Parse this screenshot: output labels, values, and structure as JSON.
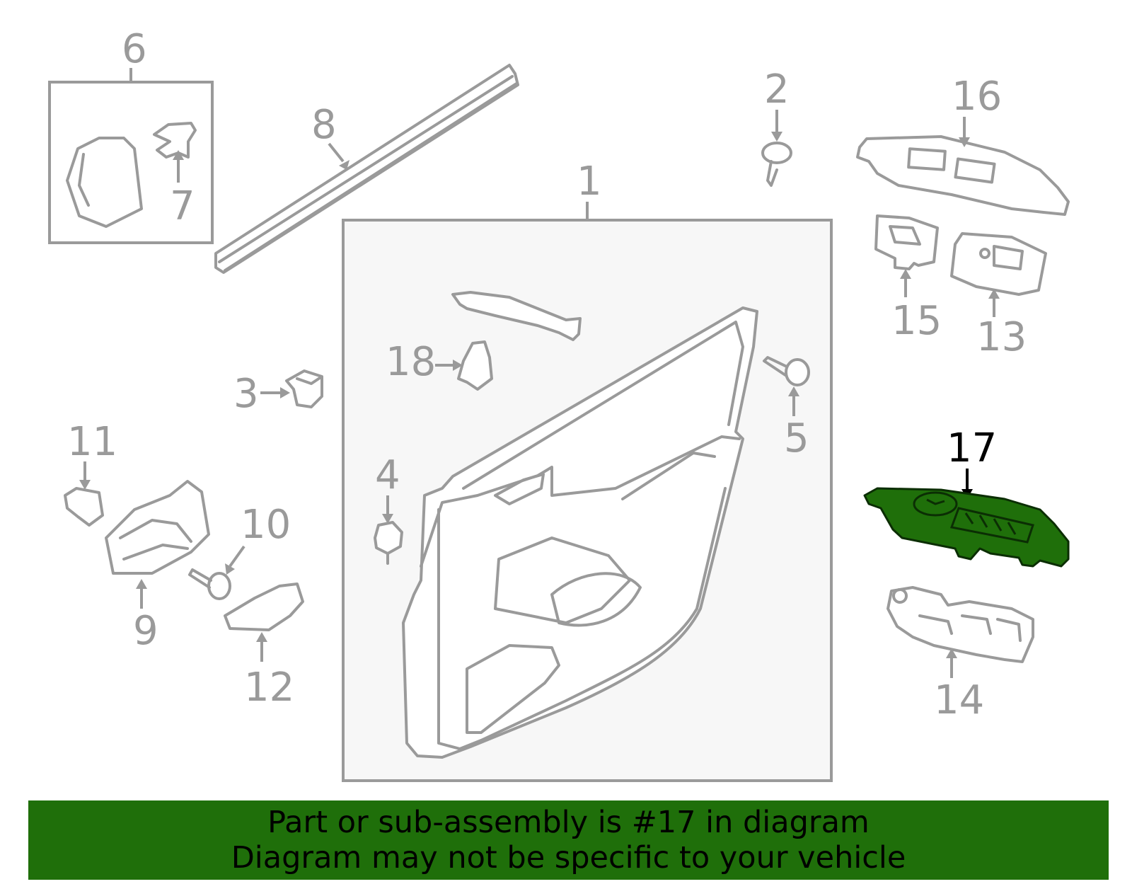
{
  "callouts": {
    "c1": "1",
    "c2": "2",
    "c3": "3",
    "c4": "4",
    "c5": "5",
    "c6": "6",
    "c7": "7",
    "c8": "8",
    "c9": "9",
    "c10": "10",
    "c11": "11",
    "c12": "12",
    "c13": "13",
    "c14": "14",
    "c15": "15",
    "c16": "16",
    "c17": "17",
    "c18": "18"
  },
  "highlighted_part": "17",
  "colors": {
    "highlight": "#1f6f0a",
    "banner": "#1f6f0a",
    "linework": "#9a9a9a",
    "background": "#ffffff"
  },
  "banner": {
    "line1": "Part or sub-assembly is #17 in diagram",
    "line2": "Diagram may not be specific to your vehicle"
  }
}
